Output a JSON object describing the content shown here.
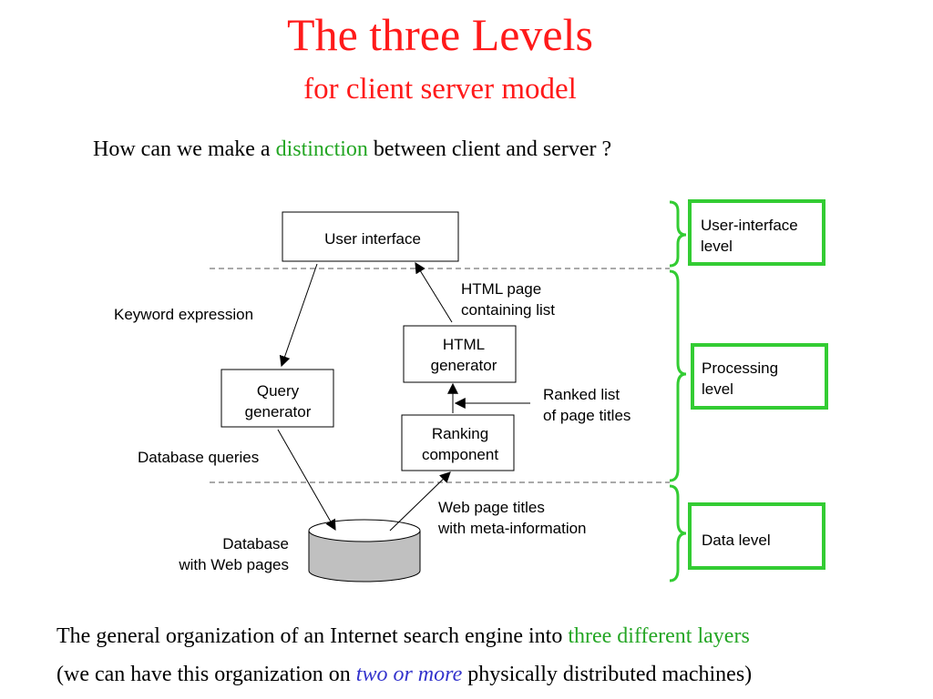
{
  "title": "The three Levels",
  "subtitle": "for client server model",
  "question": {
    "before": "How can we make a ",
    "highlight": "distinction",
    "after": " between client and server ?"
  },
  "diagram": {
    "user_interface": "User interface",
    "query_generator": [
      "Query",
      "generator"
    ],
    "html_generator": [
      "HTML",
      "generator"
    ],
    "ranking_component": [
      "Ranking",
      "component"
    ],
    "database": [
      "Database",
      "with Web pages"
    ],
    "keyword_expression": "Keyword expression",
    "database_queries": "Database queries",
    "html_page_list": [
      "HTML page",
      "containing list"
    ],
    "ranked_list": [
      "Ranked list",
      "of page titles"
    ],
    "web_page_titles": [
      "Web page titles",
      "with meta-information"
    ]
  },
  "levels": {
    "user_interface": [
      "User-interface",
      "level"
    ],
    "processing": [
      "Processing",
      "level"
    ],
    "data": [
      "Data level"
    ]
  },
  "caption": {
    "line1_before": "The general organization of an Internet search engine into ",
    "line1_highlight": "three different layers",
    "line2_before": "(we can have this organization on ",
    "line2_highlight": "two or more",
    "line2_after": " physically distributed machines)"
  },
  "colors": {
    "title": "#ff1a1a",
    "highlight_green": "#24a624",
    "highlight_blue": "#3333cc",
    "level_box_green": "#33cc33",
    "database_fill": "#c0c0c0"
  }
}
